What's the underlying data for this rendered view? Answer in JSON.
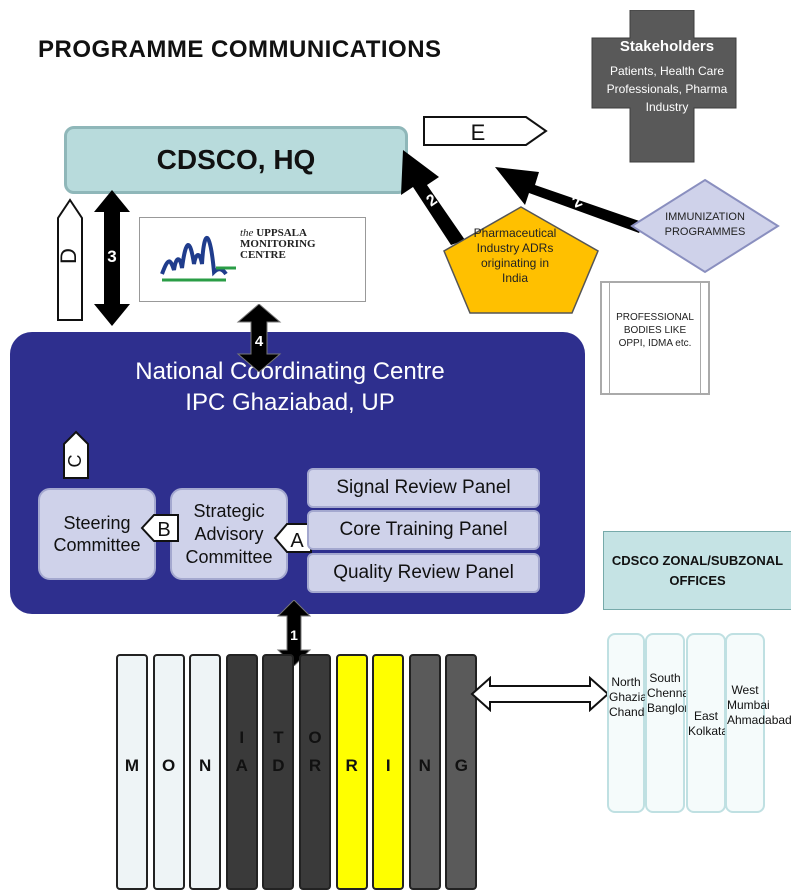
{
  "title": "PROGRAMME COMMUNICATIONS",
  "hq": "CDSCO, HQ",
  "uppsala": {
    "line1": "the",
    "line2": "UPPSALA",
    "line3": "MONITORING",
    "line4": "CENTRE"
  },
  "ncc": {
    "line1": "National Coordinating Centre",
    "line2": "IPC Ghaziabad, UP"
  },
  "committees": {
    "steering": "Steering Committee",
    "strategic": "Strategic Advisory Committee"
  },
  "panels": [
    "Signal Review Panel",
    "Core Training Panel",
    "Quality Review Panel"
  ],
  "stakeholders": {
    "label": "Stakeholders",
    "detail": "Patients, Health Care Professionals, Pharma Industry"
  },
  "pharma": "Pharmaceutical Industry ADRs originating in India",
  "immunization": "IMMUNIZATION PROGRAMMES",
  "professional": "PROFESSIONAL BODIES LIKE OPPI, IDMA etc.",
  "zonal": "CDSCO ZONAL/SUBZONAL OFFICES",
  "zones": {
    "north": "North Ghaziabad Chandigarh",
    "south": "South Chennai,Hyderabad, Banglore",
    "east": "East Kolkata",
    "west": "West Mumbai Ahmadabad"
  },
  "flow_labels": {
    "A": "A",
    "B": "B",
    "C": "C",
    "D": "D",
    "E": "E"
  },
  "flow_numbers": {
    "n1": "1",
    "n2a": "2",
    "n2b": "2",
    "n3": "3",
    "n4": "4"
  },
  "monitoring_letters": [
    {
      "letter": "M",
      "color": "#eef4f6"
    },
    {
      "letter": "O",
      "color": "#eef4f6"
    },
    {
      "letter": "N",
      "color": "#eef4f6"
    },
    {
      "letter": "A",
      "color": "#3a3a3a"
    },
    {
      "letter": "D",
      "color": "#3a3a3a"
    },
    {
      "letter": "R",
      "color": "#3a3a3a"
    },
    {
      "letter": "R",
      "color": "#ffff00"
    },
    {
      "letter": "I",
      "color": "#ffff00"
    },
    {
      "letter": "N",
      "color": "#5a5a5a"
    },
    {
      "letter": "G",
      "color": "#5a5a5a"
    }
  ],
  "monitoring_secondary": [
    {
      "col": 3,
      "letter": "I"
    },
    {
      "col": 4,
      "letter": "T"
    },
    {
      "col": 5,
      "letter": "O"
    }
  ],
  "colors": {
    "hq": "#b8dbdc",
    "ncc": "#2e2f8e",
    "lavender": "#cfd2ea",
    "stakeholders": "#595959",
    "pharma": "#ffc000",
    "immunization": "#cfd2ea",
    "zonal": "#c5e3e4"
  }
}
